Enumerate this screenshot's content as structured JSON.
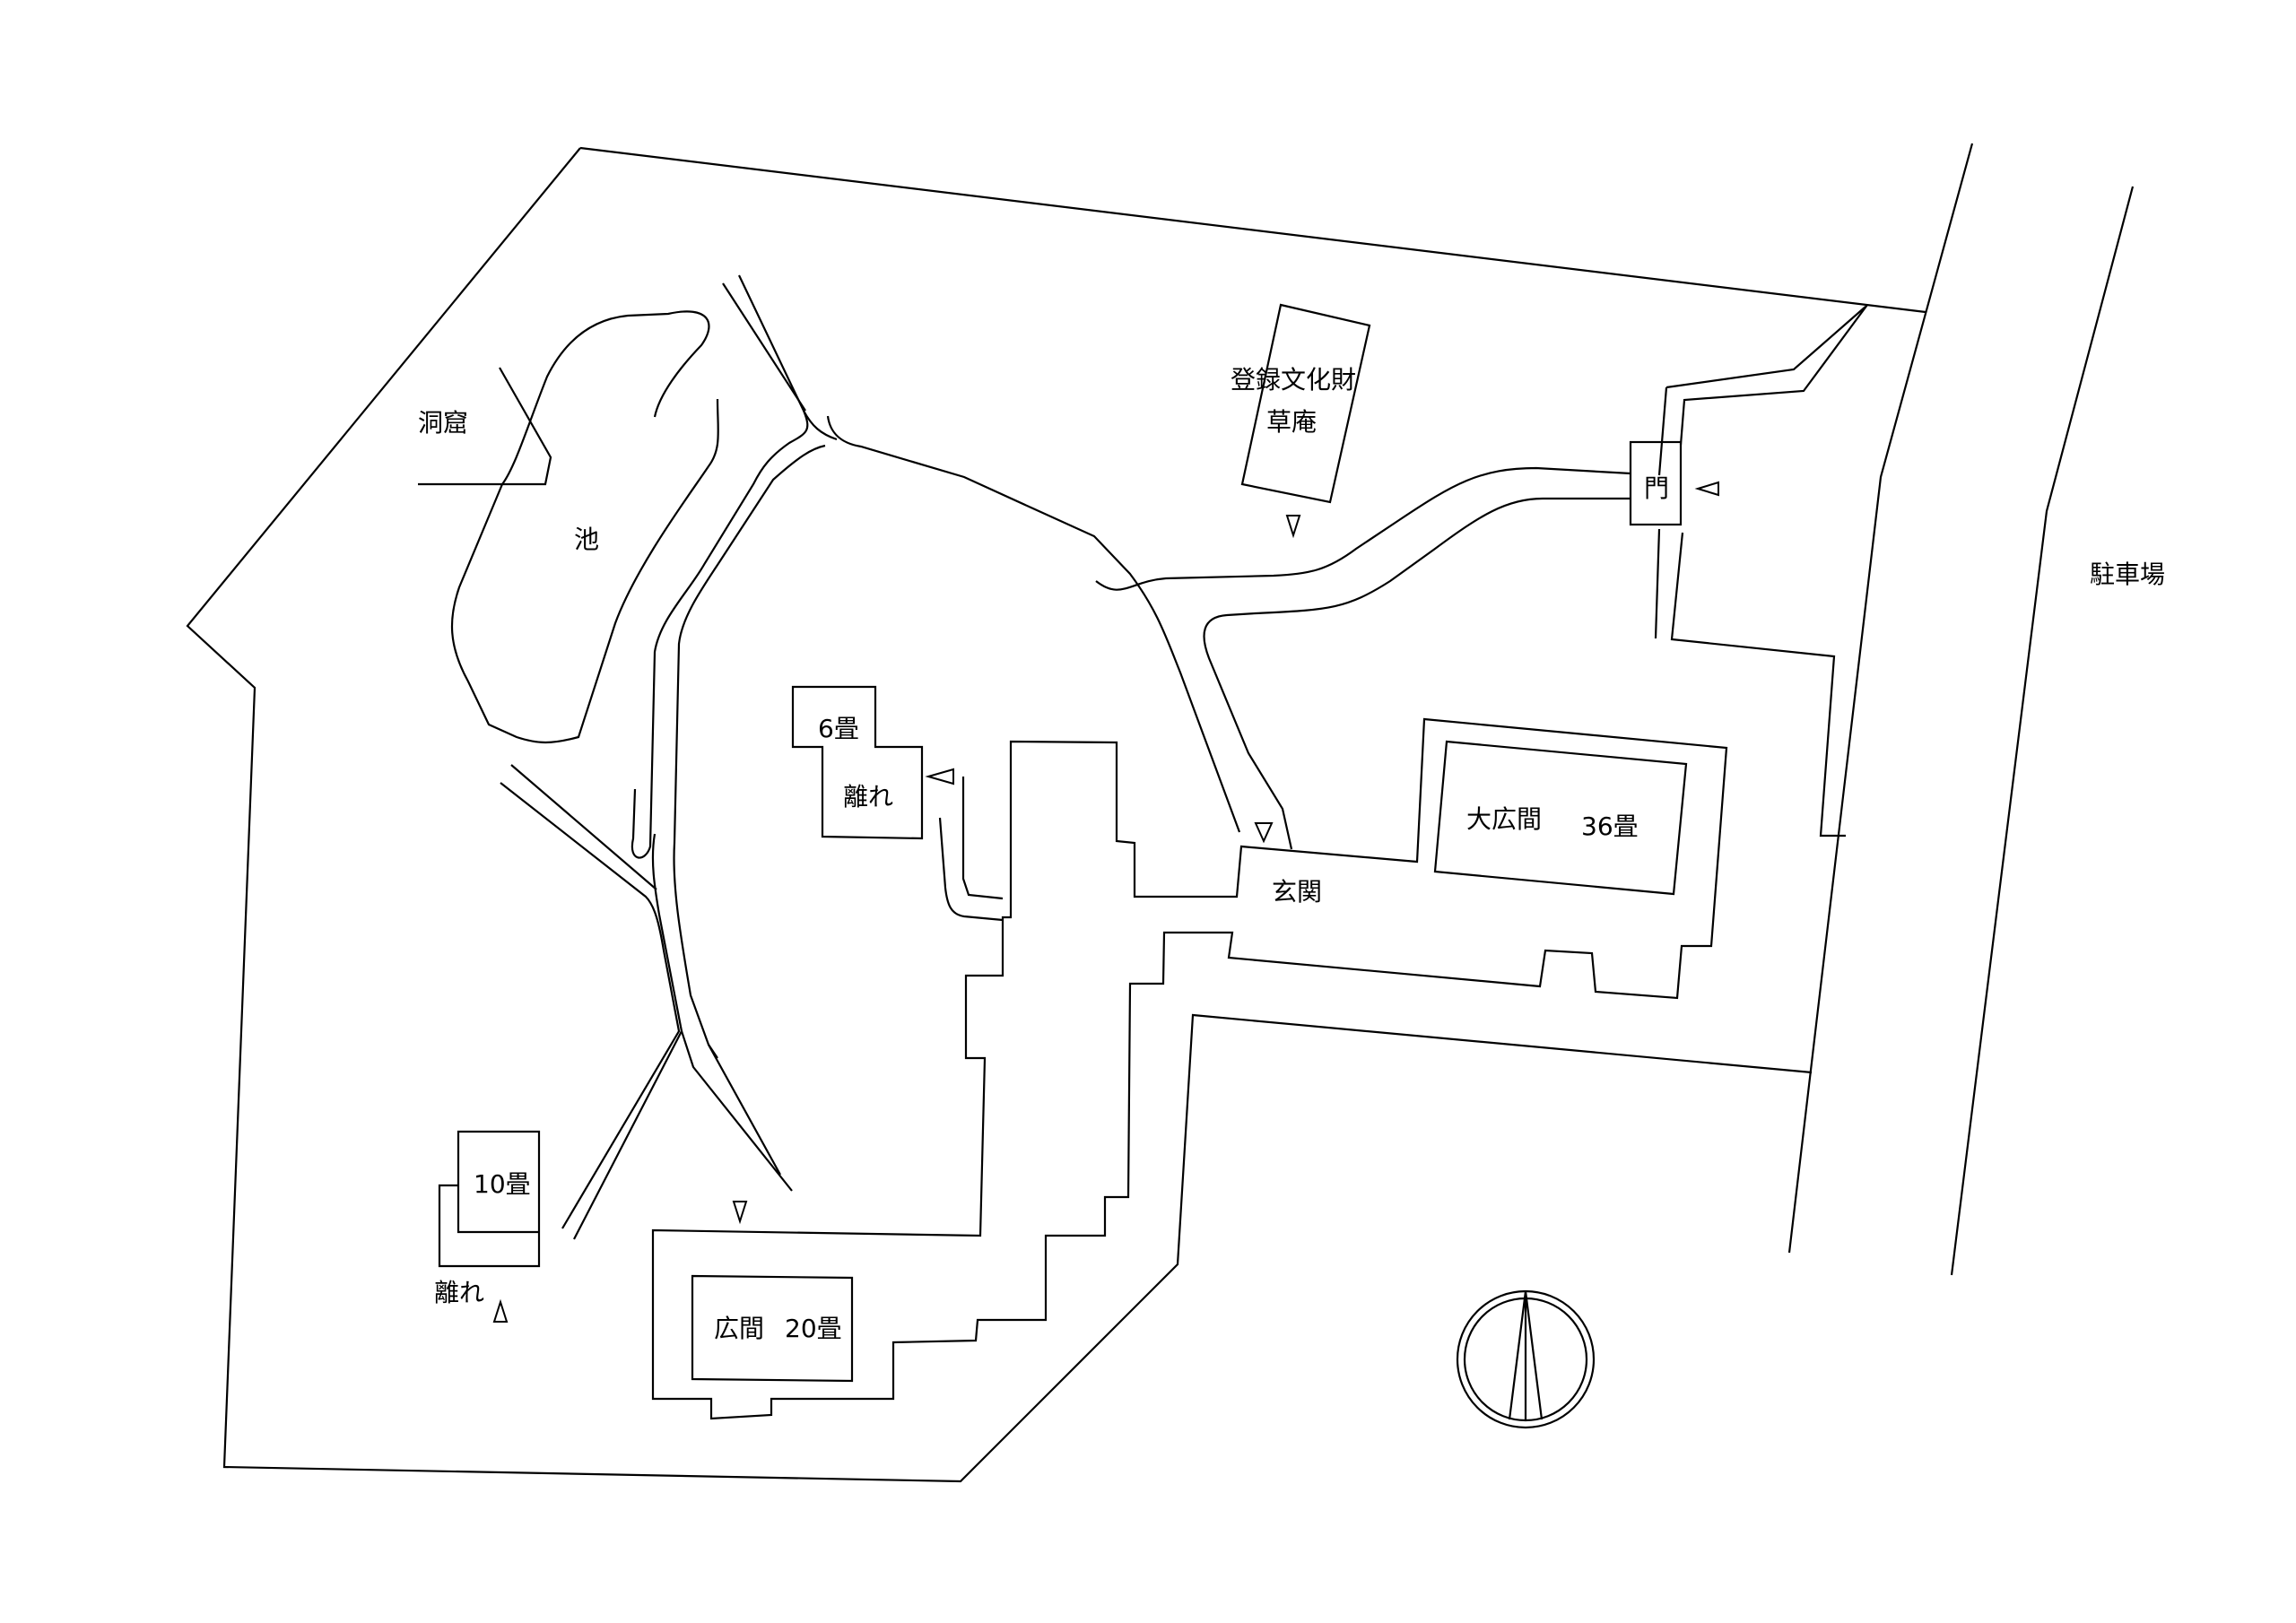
{
  "labels": {
    "cave": "洞窟",
    "pond": "池",
    "cultural_line1": "登録文化財",
    "cultural_line2": "草庵",
    "gate": "門",
    "parking": "駐車場",
    "annex_6_size": "6畳",
    "annex_6_name": "離れ",
    "entrance": "玄関",
    "great_hall_name": "大広間",
    "great_hall_size": "36畳",
    "annex_10_size": "10畳",
    "annex_10_name": "離れ",
    "hall_name": "広間",
    "hall_size": "20畳"
  },
  "icons": {
    "north": "north-arrow-compass",
    "entry": "entry-triangle-marker"
  },
  "colors": {
    "line": "#000000",
    "background": "#ffffff"
  }
}
